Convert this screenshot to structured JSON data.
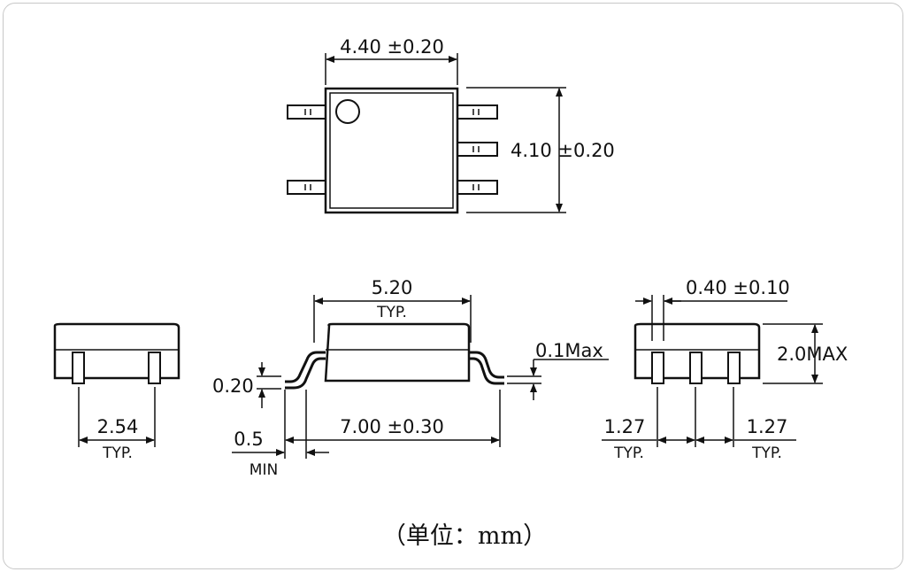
{
  "top_view": {
    "width_label": "4.40 ±0.20",
    "height_label": "4.10 ±0.20"
  },
  "left_view": {
    "pitch_label": "2.54",
    "pitch_note": "TYP."
  },
  "side_view": {
    "body_width_label": "5.20",
    "body_width_note": "TYP.",
    "lead_thickness_label": "0.20",
    "standoff_label": "0.1Max",
    "overall_label": "7.00 ±0.30",
    "lead_min_label": "0.5",
    "lead_min_note": "MIN"
  },
  "right_view": {
    "lead_width_label": "0.40 ±0.10",
    "height_label": "2.0MAX",
    "pitch_left_label": "1.27",
    "pitch_left_note": "TYP.",
    "pitch_right_label": "1.27",
    "pitch_right_note": "TYP."
  },
  "unit_caption": "（单位：mm）"
}
